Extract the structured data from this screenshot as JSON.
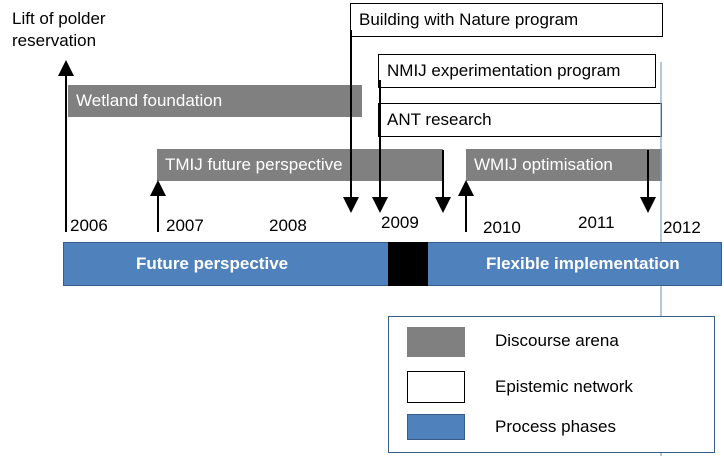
{
  "title_note": "Lift of polder\nreservation",
  "discourse_arenas": [
    {
      "label": "Wetland foundation"
    },
    {
      "label": "TMIJ future perspective"
    },
    {
      "label": "WMIJ optimisation"
    }
  ],
  "epistemic_networks": [
    {
      "label": "Building with Nature program"
    },
    {
      "label": "NMIJ experimentation program"
    },
    {
      "label": "ANT research"
    }
  ],
  "years": [
    "2006",
    "2007",
    "2008",
    "2009",
    "2010",
    "2011",
    "2012"
  ],
  "phases": [
    {
      "label": "Future perspective"
    },
    {
      "label": "Flexible implementation"
    }
  ],
  "legend": {
    "discourse": "Discourse arena",
    "epistemic": "Epistemic network",
    "process": "Process phases"
  },
  "colors": {
    "discourse_fill": "#808080",
    "process_fill": "#4f81bd",
    "process_border": "#385d8a",
    "transition_block": "#000000"
  }
}
